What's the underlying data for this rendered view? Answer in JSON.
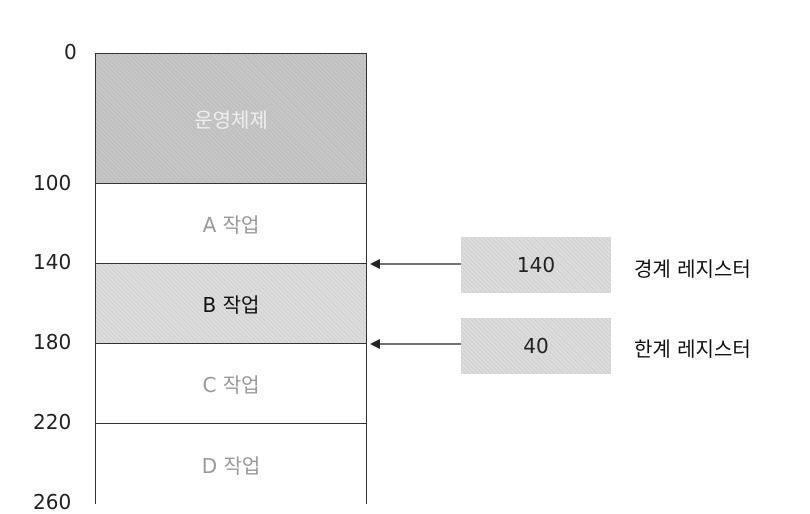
{
  "addresses": [
    "0",
    "100",
    "140",
    "180",
    "220",
    "260"
  ],
  "segments": {
    "os": "운영체제",
    "job_a": "A 작업",
    "job_b": "B 작업",
    "job_c": "C 작업",
    "job_d": "D 작업"
  },
  "registers": {
    "base": {
      "value": "140",
      "label": "경계 레지스터"
    },
    "limit": {
      "value": "40",
      "label": "한계 레지스터"
    }
  }
}
